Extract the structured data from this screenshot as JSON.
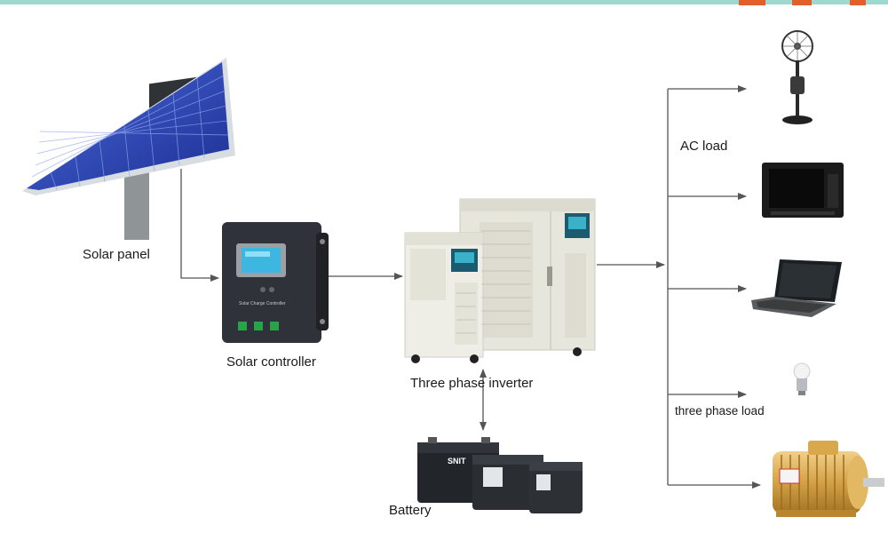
{
  "labels": {
    "solar_panel": "Solar panel",
    "solar_controller": "Solar controller",
    "inverter": "Three phase inverter",
    "battery": "Battery",
    "ac_load": "AC load",
    "three_phase_load": "three phase load"
  },
  "device_text": {
    "controller_caption": "Solar Charge Controller",
    "battery_brand": "SNIT"
  },
  "loads": [
    "fan-icon",
    "tv-icon",
    "laptop-icon",
    "bulb-icon",
    "motor-icon"
  ],
  "colors": {
    "top_bar": "#9fd8cf",
    "arrow": "#555555",
    "panel_cell": "#2c44b8",
    "controller_body": "#2f3238",
    "lcd": "#3db6e0",
    "inverter_body": "#e7e6dc",
    "battery_body": "#22262b",
    "motor": "#d9a84a"
  }
}
